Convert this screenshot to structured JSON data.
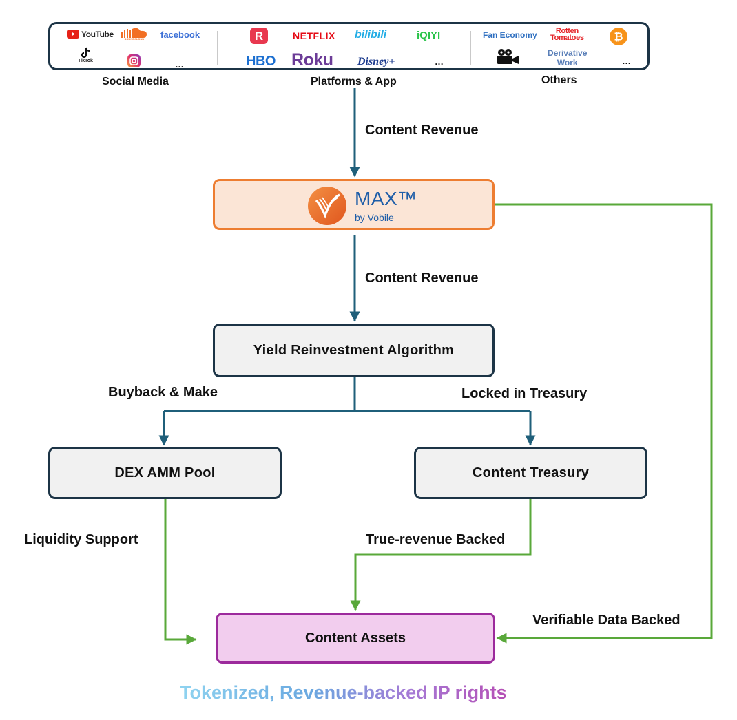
{
  "sources": {
    "social_media": {
      "label": "Social Media",
      "logos": [
        "YouTube",
        "SOUNDCLOUD",
        "facebook",
        "TikTok",
        "…"
      ],
      "icons": [
        "youtube-play-icon",
        "soundcloud-cloud-icon",
        "tiktok-note-icon",
        "instagram-camera-icon"
      ]
    },
    "platforms": {
      "label": "Platforms & App",
      "logos": [
        "NETFLIX",
        "bilibili",
        "iQIYI",
        "HBO",
        "Roku",
        "Disney+",
        "…"
      ],
      "icons": [
        "r-app-icon"
      ]
    },
    "others": {
      "label": "Others",
      "logos": [
        "Fan Economy",
        "Rotten",
        "Tomatoes",
        "Derivative",
        "Work",
        "…"
      ],
      "icons": [
        "bitcoin-icon",
        "movie-camera-icon"
      ]
    }
  },
  "max": {
    "name": "MAX™",
    "subtitle": "by Vobile"
  },
  "nodes": {
    "algorithm": "Yield Reinvestment Algorithm",
    "dex": "DEX AMM Pool",
    "treasury": "Content Treasury",
    "assets": "Content Assets"
  },
  "edges": {
    "revenue_in": "Content Revenue",
    "revenue_out": "Content Revenue",
    "buyback": "Buyback & Make",
    "locked": "Locked in Treasury",
    "liquidity": "Liquidity Support",
    "true_revenue": "True-revenue Backed",
    "verifiable": "Verifiable Data Backed"
  },
  "tagline": "Tokenized, Revenue-backed IP rights",
  "colors": {
    "dark_arrow": "#1f5f7a",
    "green_arrow": "#59a83a",
    "box_border": "#1c3446",
    "max_border": "#ed7d31",
    "max_fill": "#fbe5d6",
    "assets_border": "#9c2a9c",
    "assets_fill": "#f2cdee"
  }
}
